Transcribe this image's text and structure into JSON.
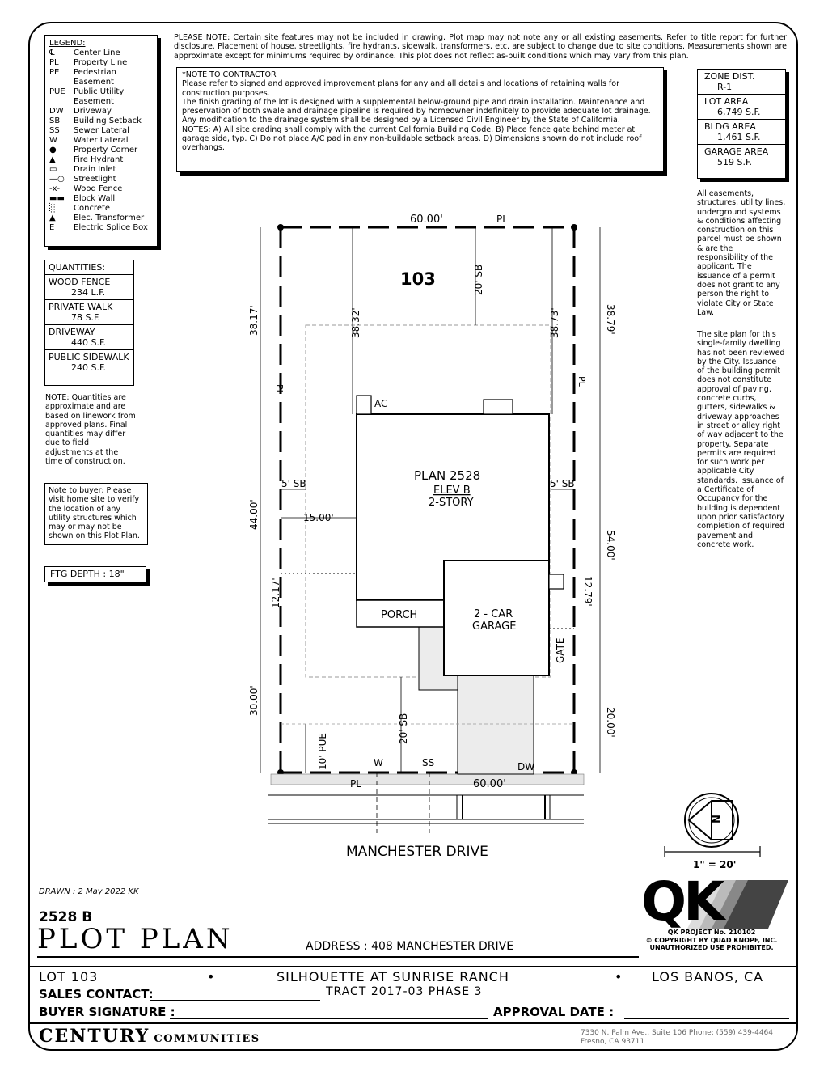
{
  "legend": {
    "title": "LEGEND:",
    "items": [
      {
        "sym": "℄",
        "label": "Center Line"
      },
      {
        "sym": "PL",
        "label": "Property Line"
      },
      {
        "sym": "PE",
        "label": "Pedestrian"
      },
      {
        "sym": "",
        "label": "Easement"
      },
      {
        "sym": "PUE",
        "label": "Public Utility"
      },
      {
        "sym": "",
        "label": "Easement"
      },
      {
        "sym": "DW",
        "label": "Driveway"
      },
      {
        "sym": "SB",
        "label": "Building Setback"
      },
      {
        "sym": "SS",
        "label": "Sewer Lateral"
      },
      {
        "sym": "W",
        "label": "Water Lateral"
      },
      {
        "sym": "●",
        "label": "Property Corner"
      },
      {
        "sym": "▲",
        "label": "Fire Hydrant"
      },
      {
        "sym": "▭",
        "label": "Drain Inlet"
      },
      {
        "sym": "—○",
        "label": "Streetlight"
      },
      {
        "sym": "-x-",
        "label": "Wood Fence"
      },
      {
        "sym": "▬▬",
        "label": "Block Wall"
      },
      {
        "sym": "░",
        "label": "Concrete"
      },
      {
        "sym": "▲",
        "label": "Elec. Transformer"
      },
      {
        "sym": "E",
        "label": "Electric Splice Box"
      }
    ]
  },
  "please_note": "PLEASE NOTE:  Certain site features may not be included in drawing. Plot map may not note any or all existing easements. Refer to title report for further disclosure. Placement of house, streetlights, fire hydrants, sidewalk, transformers, etc. are subject to change due to site conditions. Measurements shown are approximate except for minimums required  by ordinance. This plot does not reflect as-built conditions which may vary from this plan.",
  "contractor_note": {
    "heading": "*NOTE TO CONTRACTOR",
    "p1": "Please refer to signed and approved improvement plans for any and all details and locations of retaining walls for construction purposes.",
    "p2": "The finish grading of the lot is designed with a supplemental below-ground pipe and drain installation. Maintenance and preservation of both swale and drainage pipeline is required by homeowner indefinitely to provide adequate lot drainage.  Any modification to the drainage system shall be designed by a Licensed Civil Engineer by the State of California.",
    "p3": "NOTES:  A) All site grading shall comply with the current California Building Code.  B) Place fence gate behind meter at garage side, typ.  C) Do not place A/C pad in any non-buildable setback areas.  D) Dimensions shown do not include roof overhangs."
  },
  "zone": {
    "zone_label": "ZONE DIST.",
    "zone_value": "R-1",
    "lot_area_label": "LOT AREA",
    "lot_area_value": "6,749 S.F.",
    "bldg_area_label": "BLDG AREA",
    "bldg_area_value": "1,461 S.F.",
    "garage_area_label": "GARAGE AREA",
    "garage_area_value": "519 S.F."
  },
  "quantities": {
    "title": "QUANTITIES:",
    "wood_fence_label": "WOOD FENCE",
    "wood_fence_value": "234 L.F.",
    "private_walk_label": "PRIVATE WALK",
    "private_walk_value": "78 S.F.",
    "driveway_label": "DRIVEWAY",
    "driveway_value": "440 S.F.",
    "public_sidewalk_label": "PUBLIC SIDEWALK",
    "public_sidewalk_value": "240 S.F."
  },
  "quantities_note": "NOTE: Quantities are approximate and are based on linework from approved plans. Final quantities may differ due to field adjustments at the time of construction.",
  "buyer_note": "Note to buyer: Please visit home site to verify the location of any utility structures which may or may not be shown on this Plot Plan.",
  "ftg_depth": "FTG DEPTH :  18\"",
  "right_note_1": "All easements, structures, utility lines, underground systems & conditions affecting construction on this parcel must be shown & are the responsibility of the applicant. The issuance of a permit does not grant to any person the right to violate City or State Law.",
  "right_note_2": "The site plan for this single-family dwelling has not been reviewed by the City. Issuance of the building permit does not constitute approval of paving, concrete curbs, gutters, sidewalks & driveway approaches in street or alley right of way adjacent to the property. Separate permits are required for such work per applicable City standards. Issuance of a Certificate of Occupancy for the building is dependent upon prior satisfactory completion of required pavement and concrete work.",
  "plan": {
    "lot_number": "103",
    "plan_name": "PLAN 2528",
    "elev": "ELEV B",
    "story": "2-STORY",
    "porch": "PORCH",
    "garage_1": "2 - CAR",
    "garage_2": "GARAGE",
    "ac": "AC",
    "gate": "GATE",
    "top_width": "60.00'",
    "bottom_width": "60.00'",
    "pl": "PL",
    "rear_sb": "20' SB",
    "front_sb": "20' SB",
    "left_sb": "5' SB",
    "right_sb": "5' SB",
    "dim_left_top": "38.17'",
    "dim_left_mid": "44.00'",
    "dim_left_bot": "30.00'",
    "dim_right_top": "38.79'",
    "dim_right_mid": "54.00'",
    "dim_right_bot": "20.00'",
    "dim_in_left": "38.32'",
    "dim_in_right": "38.73'",
    "dim_15": "15.00'",
    "dim_left_side": "12.17'",
    "dim_right_side": "12.79'",
    "pue": "10' PUE",
    "w": "W",
    "ss": "SS",
    "dw": "DW",
    "street": "MANCHESTER DRIVE",
    "north": "N",
    "scale": "1\" = 20'"
  },
  "title_block": {
    "drawn": "DRAWN :  2 May 2022  KK",
    "plan_code": "2528 B",
    "title": "PLOT PLAN",
    "address": "ADDRESS :  408 MANCHESTER DRIVE",
    "lot": "LOT 103",
    "bullet": "•",
    "community": "SILHOUETTE AT SUNRISE RANCH",
    "city": "LOS BANOS, CA",
    "sales_contact": "SALES CONTACT:",
    "tract": "TRACT 2017-03 PHASE 3",
    "buyer_signature": "BUYER SIGNATURE :",
    "approval_date": "APPROVAL DATE :",
    "company": "CENTURY",
    "company_2": "COMMUNITIES",
    "company_address_1": "7330 N. Palm Ave., Suite 106   Phone:  (559) 439-4464",
    "company_address_2": "Fresno, CA  93711",
    "qk_logo": "QK",
    "qk_project": "QK PROJECT No. 210102",
    "qk_copyright": "©  COPYRIGHT BY QUAD KNOPF, INC.",
    "qk_unauthorized": "UNAUTHORIZED USE PROHIBITED."
  }
}
